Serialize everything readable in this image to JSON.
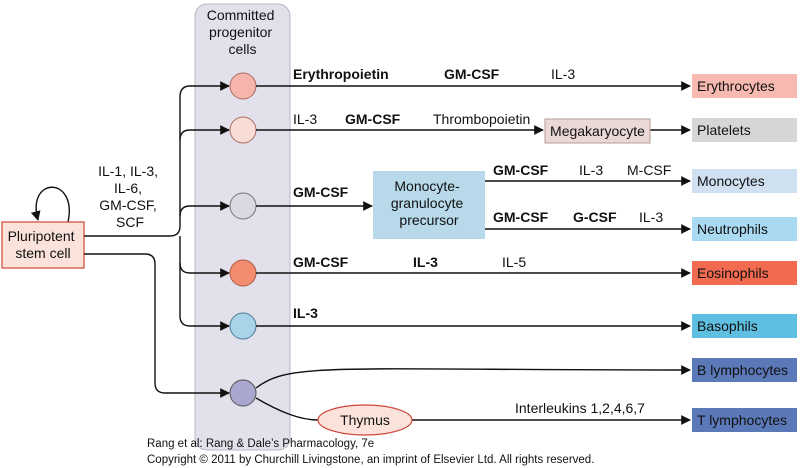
{
  "figure": {
    "column_title_lines": [
      "Committed",
      "progenitor",
      "cells"
    ],
    "stem_cell_lines": [
      "Pluripotent",
      "stem cell"
    ],
    "stem_factors_lines": [
      "IL-1, IL-3,",
      "IL-6,",
      "GM-CSF,",
      "SCF"
    ],
    "colors": {
      "column_bg": "#e2e0ea",
      "arrow": "#111111",
      "stem_fill": "#fbe3dc",
      "stem_border": "#d0453a"
    }
  },
  "rows": {
    "erythrocytes": {
      "factors": [
        "Erythropoietin",
        "GM-CSF",
        "IL-3"
      ],
      "target": "Erythrocytes",
      "cell_color": "#f6b5ac",
      "target_color": "#f7b9b0"
    },
    "platelets": {
      "factors": [
        "IL-3",
        "GM-CSF",
        "Thrombopoietin"
      ],
      "intermediate": "Megakaryocyte",
      "target": "Platelets",
      "cell_color": "#f8dcd6",
      "target_color": "#d6d6d6",
      "intermediate_color": "#ead8d6"
    },
    "myeloid": {
      "factor_to_precursor": "GM-CSF",
      "precursor_lines": [
        "Monocyte-",
        "granulocyte",
        "precursor"
      ],
      "cell_color": "#d8d9e2",
      "precursor_color": "#b7d9ea"
    },
    "monocytes": {
      "factors": [
        "GM-CSF",
        "IL-3",
        "M-CSF"
      ],
      "target": "Monocytes",
      "target_color": "#cfe0f1"
    },
    "neutrophils": {
      "factors": [
        "GM-CSF",
        "G-CSF",
        "IL-3"
      ],
      "target": "Neutrophils",
      "target_color": "#a9daf2"
    },
    "eosinophils": {
      "factors": [
        "GM-CSF",
        "IL-3",
        "IL-5"
      ],
      "target": "Eosinophils",
      "cell_color": "#f28d70",
      "target_color": "#f26a4f"
    },
    "basophils": {
      "factors": [
        "IL-3"
      ],
      "target": "Basophils",
      "cell_color": "#a9d3e8",
      "target_color": "#5fbfe0"
    },
    "lymphoid": {
      "cell_color": "#a9a7cf",
      "thymus": "Thymus",
      "thymus_color": "#fbe3dc",
      "t_factors": "Interleukins 1,2,4,6,7",
      "b_target": "B lymphocytes",
      "t_target": "T lymphocytes",
      "b_color": "#5b79b8",
      "t_color": "#5b79b8"
    }
  },
  "caption": {
    "line1": "Rang et al: Rang & Dale’s Pharmacology, 7e",
    "line2": "Copyright © 2011 by Churchill Livingstone, an imprint of Elsevier Ltd. All rights reserved."
  }
}
